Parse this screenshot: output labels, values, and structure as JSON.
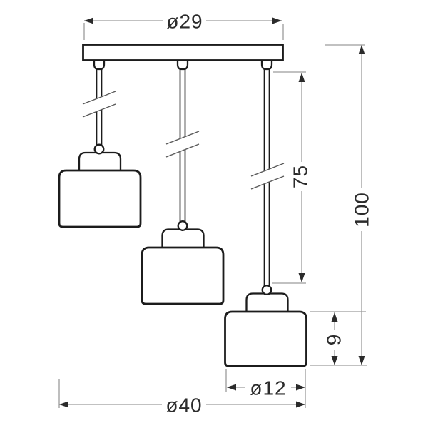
{
  "diagram": {
    "type": "technical-dimension-drawing",
    "subject": "three-light ceiling pendant lamp, front elevation with dimensions",
    "labels": {
      "canopy_diameter": "ø29",
      "total_height": "100",
      "pendant_drop": "75",
      "shade_height": "9",
      "shade_diameter": "ø12",
      "overall_diameter": "ø40"
    },
    "colors": {
      "background": "#ffffff",
      "fixture_outline": "#1c1c1c",
      "dimension_line": "#9c9c9c",
      "dimension_arrow": "#2b2b2b",
      "dimension_text": "#2b2b2b"
    }
  }
}
